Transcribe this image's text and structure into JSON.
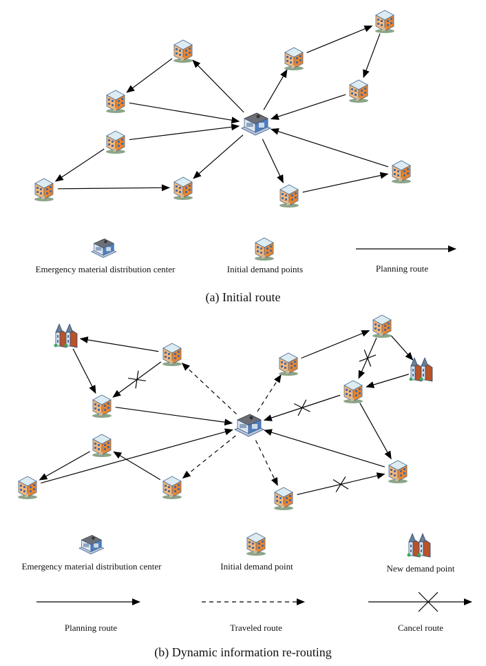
{
  "figure": {
    "panels": [
      {
        "id": "a",
        "caption": "(a) Initial route",
        "legend": {
          "center_label": "Emergency material distribution center",
          "demand_label": "Initial demand points",
          "planning_label": "Planning route"
        },
        "center": "DC",
        "nodes": [
          {
            "id": "A",
            "type": "initial"
          },
          {
            "id": "B",
            "type": "initial"
          },
          {
            "id": "C",
            "type": "initial"
          },
          {
            "id": "D",
            "type": "initial"
          },
          {
            "id": "E",
            "type": "initial"
          },
          {
            "id": "F",
            "type": "initial"
          },
          {
            "id": "G",
            "type": "initial"
          },
          {
            "id": "H",
            "type": "initial"
          },
          {
            "id": "I",
            "type": "initial"
          },
          {
            "id": "J",
            "type": "initial"
          }
        ],
        "routes": [
          {
            "from": "DC",
            "to": "A",
            "style": "planning"
          },
          {
            "from": "A",
            "to": "B",
            "style": "planning"
          },
          {
            "from": "B",
            "to": "DC",
            "style": "planning"
          },
          {
            "from": "C",
            "to": "DC",
            "style": "planning"
          },
          {
            "from": "C",
            "to": "D",
            "style": "planning"
          },
          {
            "from": "D",
            "to": "E",
            "style": "planning"
          },
          {
            "from": "DC",
            "to": "E",
            "style": "planning"
          },
          {
            "from": "DC",
            "to": "F",
            "style": "planning"
          },
          {
            "from": "F",
            "to": "G",
            "style": "planning"
          },
          {
            "from": "G",
            "to": "H",
            "style": "planning"
          },
          {
            "from": "H",
            "to": "DC",
            "style": "planning"
          },
          {
            "from": "DC",
            "to": "J",
            "style": "planning"
          },
          {
            "from": "J",
            "to": "I",
            "style": "planning"
          },
          {
            "from": "I",
            "to": "DC",
            "style": "planning"
          }
        ]
      },
      {
        "id": "b",
        "caption": "(b) Dynamic information re-routing",
        "legend": {
          "center_label": "Emergency material distribution center",
          "demand_label": "Initial demand point",
          "new_demand_label": "New demand point",
          "planning_label": "Planning route",
          "traveled_label": "Traveled route",
          "cancel_label": "Cancel route"
        },
        "center": "DC",
        "nodes": [
          {
            "id": "P",
            "type": "initial"
          },
          {
            "id": "Q",
            "type": "initial"
          },
          {
            "id": "R",
            "type": "initial"
          },
          {
            "id": "S",
            "type": "initial"
          },
          {
            "id": "T",
            "type": "initial"
          },
          {
            "id": "U",
            "type": "initial"
          },
          {
            "id": "V",
            "type": "initial"
          },
          {
            "id": "W",
            "type": "initial"
          },
          {
            "id": "X",
            "type": "initial"
          },
          {
            "id": "Y",
            "type": "initial"
          },
          {
            "id": "N1",
            "type": "new"
          },
          {
            "id": "N2",
            "type": "new"
          }
        ],
        "routes": [
          {
            "from": "DC",
            "to": "P",
            "style": "traveled"
          },
          {
            "from": "P",
            "to": "N1",
            "style": "planning"
          },
          {
            "from": "N1",
            "to": "Q",
            "style": "planning"
          },
          {
            "from": "P",
            "to": "Q",
            "style": "cancel"
          },
          {
            "from": "Q",
            "to": "DC",
            "style": "planning"
          },
          {
            "from": "DC",
            "to": "T",
            "style": "traveled"
          },
          {
            "from": "T",
            "to": "R",
            "style": "planning"
          },
          {
            "from": "R",
            "to": "S",
            "style": "planning"
          },
          {
            "from": "S",
            "to": "DC",
            "style": "planning"
          },
          {
            "from": "DC",
            "to": "U",
            "style": "traveled"
          },
          {
            "from": "U",
            "to": "V",
            "style": "planning"
          },
          {
            "from": "V",
            "to": "N2",
            "style": "planning"
          },
          {
            "from": "N2",
            "to": "W",
            "style": "planning"
          },
          {
            "from": "V",
            "to": "W",
            "style": "cancel"
          },
          {
            "from": "W",
            "to": "DC",
            "style": "cancel"
          },
          {
            "from": "W",
            "to": "X",
            "style": "planning"
          },
          {
            "from": "DC",
            "to": "Y",
            "style": "traveled"
          },
          {
            "from": "Y",
            "to": "X",
            "style": "cancel"
          },
          {
            "from": "X",
            "to": "DC",
            "style": "planning"
          }
        ]
      }
    ]
  }
}
